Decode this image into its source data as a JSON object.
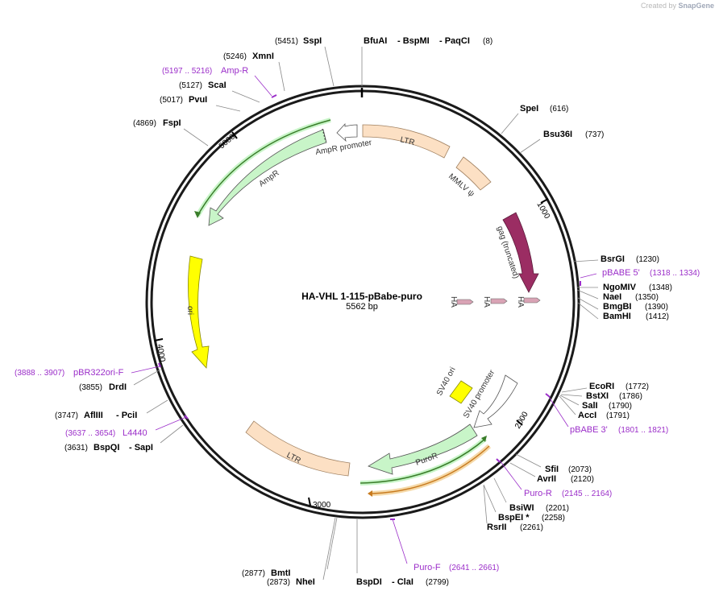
{
  "credit": {
    "text": "Created by",
    "brand": "SnapGene"
  },
  "plasmid": {
    "name": "HA-VHL 1-115-pBabe-puro",
    "length_label": "5562 bp"
  },
  "ticks": [
    "1000",
    "2000",
    "3000",
    "4000",
    "5000"
  ],
  "features": {
    "ltr_top": "LTR",
    "mmlv": "MMLV ψ",
    "gag": "gag (truncated)",
    "ha1": "HA",
    "ha2": "HA",
    "ha3": "HA",
    "sv40ori": "SV40 ori",
    "sv40prom": "SV40 promoter",
    "puror": "PuroR",
    "ltr_bottom": "LTR",
    "ori": "ori",
    "ampr": "AmpR",
    "amprprom": "AmpR promoter"
  },
  "sites": {
    "sspi": {
      "name": "SspI",
      "pos": "(5451)"
    },
    "bfuai": {
      "name": "BfuAI",
      "name2": "- BspMI",
      "name3": "- PaqCI",
      "pos": "(8)"
    },
    "xmni": {
      "name": "XmnI",
      "pos": "(5246)"
    },
    "scai": {
      "name": "ScaI",
      "pos": "(5127)"
    },
    "pvui": {
      "name": "PvuI",
      "pos": "(5017)"
    },
    "fspi": {
      "name": "FspI",
      "pos": "(4869)"
    },
    "spei": {
      "name": "SpeI",
      "pos": "(616)"
    },
    "bsu36i": {
      "name": "Bsu36I",
      "pos": "(737)"
    },
    "bsrgi": {
      "name": "BsrGI",
      "pos": "(1230)"
    },
    "ngomiv": {
      "name": "NgoMIV",
      "pos": "(1348)"
    },
    "naei": {
      "name": "NaeI",
      "pos": "(1350)"
    },
    "bmgbi": {
      "name": "BmgBI",
      "pos": "(1390)"
    },
    "bamhi": {
      "name": "BamHI",
      "pos": "(1412)"
    },
    "ecori": {
      "name": "EcoRI",
      "pos": "(1772)"
    },
    "bstxi": {
      "name": "BstXI",
      "pos": "(1786)"
    },
    "sali": {
      "name": "SalI",
      "pos": "(1790)"
    },
    "acci": {
      "name": "AccI",
      "pos": "(1791)"
    },
    "sfii": {
      "name": "SfiI",
      "pos": "(2073)"
    },
    "avrii": {
      "name": "AvrII",
      "pos": "(2120)"
    },
    "bsiwi": {
      "name": "BsiWI",
      "pos": "(2201)"
    },
    "bspei": {
      "name": "BspEI *",
      "pos": "(2258)"
    },
    "rsrii": {
      "name": "RsrII",
      "pos": "(2261)"
    },
    "bmti": {
      "name": "BmtI",
      "pos": "(2877)"
    },
    "nhei": {
      "name": "NheI",
      "pos": "(2873)"
    },
    "bspdi": {
      "name": "BspDI",
      "name2": "- ClaI",
      "pos": "(2799)"
    },
    "drdi": {
      "name": "DrdI",
      "pos": "(3855)"
    },
    "aflIII": {
      "name": "AflIII",
      "name2": "- PciI",
      "pos": "(3747)"
    },
    "bspqi": {
      "name": "BspQI",
      "name2": "- SapI",
      "pos": "(3631)"
    }
  },
  "primers": {
    "ampr": {
      "name": "Amp-R",
      "pos": "(5197 .. 5216)"
    },
    "pbabe5": {
      "name": "pBABE 5'",
      "pos": "(1318 .. 1334)"
    },
    "pbabe3": {
      "name": "pBABE 3'",
      "pos": "(1801 .. 1821)"
    },
    "puror": {
      "name": "Puro-R",
      "pos": "(2145 .. 2164)"
    },
    "purof": {
      "name": "Puro-F",
      "pos": "(2641 .. 2661)"
    },
    "pbr322": {
      "name": "pBR322ori-F",
      "pos": "(3888 .. 3907)"
    },
    "l4440": {
      "name": "L4440",
      "pos": "(3637 .. 3654)"
    }
  },
  "colors": {
    "ltr": "#fce0c4",
    "ltr_stroke": "#a08060",
    "gag": "#9b2d63",
    "ha": "#d9a3b5",
    "sv40ori": "#ffff00",
    "ori": "#ffff00",
    "ampr": "#c8f5c8",
    "puror": "#c8f5c8",
    "primer": "#9b2ec9",
    "orf_green": "#3a7d2a",
    "orf_orange": "#c87a1e"
  }
}
